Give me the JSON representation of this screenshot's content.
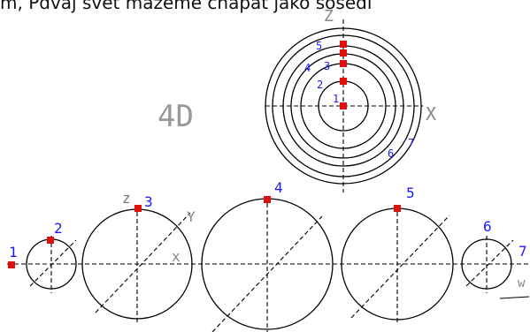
{
  "caption": "m, Pdvaj svet mazeme chapat jako sosedi",
  "label_4d": "4D",
  "top_view": {
    "axis_z": "Z",
    "axis_x": "X",
    "numbers": [
      "1",
      "2",
      "3",
      "4",
      "5",
      "6",
      "7"
    ]
  },
  "row": {
    "numbers": [
      "1",
      "2",
      "3",
      "4",
      "5",
      "6",
      "7"
    ],
    "axis_z": "z",
    "axis_y": "Y",
    "axis_x": "x",
    "axis_w": "w"
  },
  "colors": {
    "number_blue": "#1a1aff",
    "marker_red": "#e01010",
    "axis_gray": "#888888"
  }
}
